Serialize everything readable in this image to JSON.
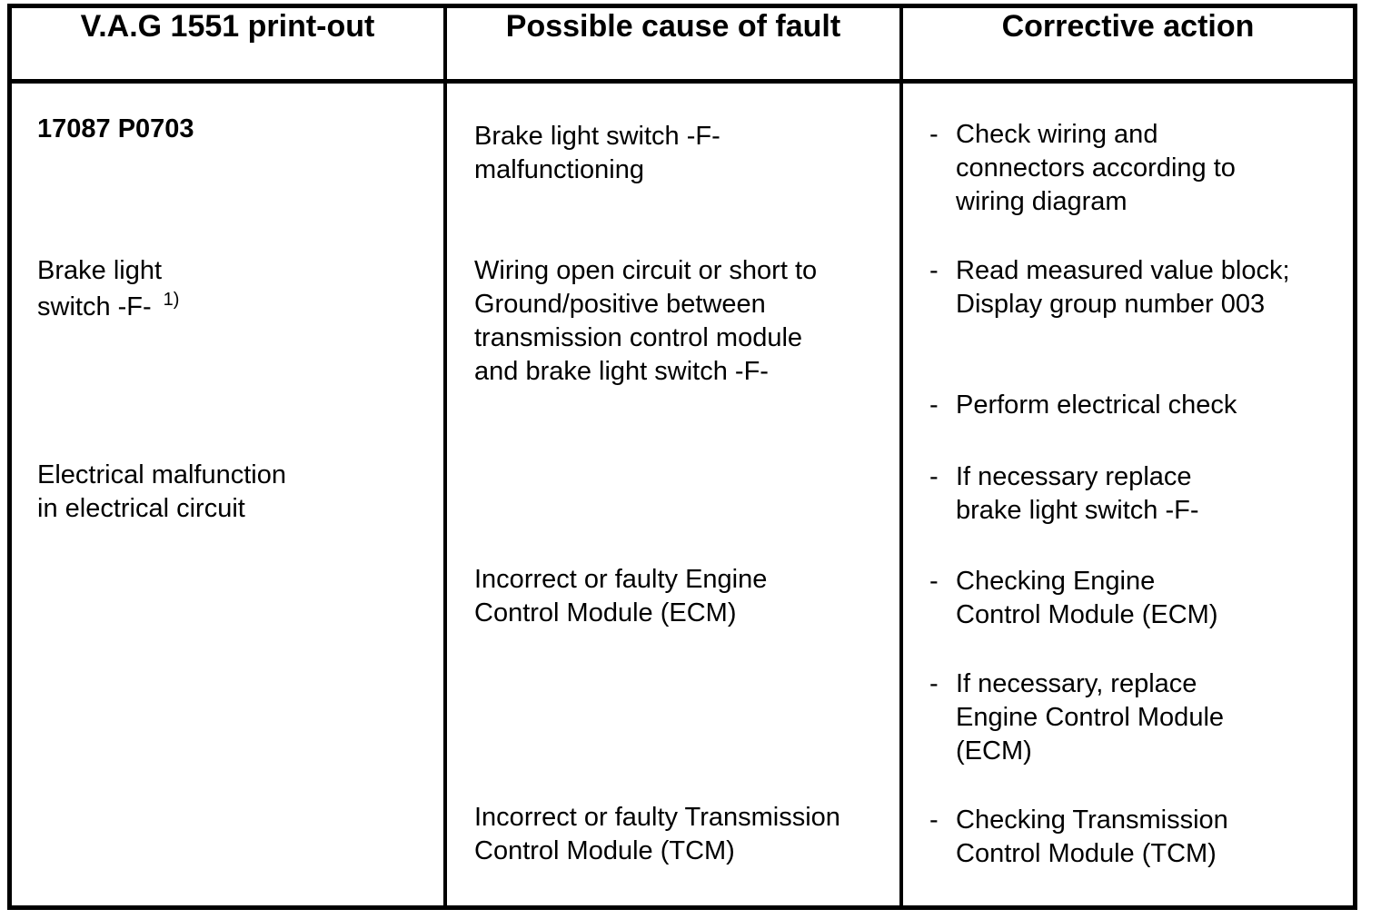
{
  "colors": {
    "background": "#ffffff",
    "text": "#000000",
    "border": "#000000"
  },
  "table": {
    "columns": {
      "printout": {
        "header": "V.A.G 1551 print-out",
        "dtc_code": "17087 P0703",
        "fault_name_line1": "Brake light",
        "fault_name_line2": "switch -F-",
        "fault_footnote": "1)",
        "fault_description": "Electrical malfunction\nin electrical circuit"
      },
      "cause": {
        "header": "Possible cause of fault",
        "causes": [
          "Brake light switch -F-\nmalfunctioning",
          "Wiring open circuit or short to\nGround/positive between\ntransmission control module\nand brake light switch -F-",
          "Incorrect or faulty Engine\nControl Module (ECM)",
          "Incorrect or faulty Transmission\nControl Module (TCM)"
        ]
      },
      "action": {
        "header": "Corrective action",
        "bullet": "-",
        "actions": [
          "Check wiring and\nconnectors according to\nwiring diagram",
          "Read measured value block;\nDisplay group number 003",
          "Perform electrical check",
          "If necessary replace\nbrake light switch -F-",
          "Checking Engine\nControl Module (ECM)",
          "If necessary, replace\nEngine Control Module\n(ECM)",
          "Checking Transmission\nControl Module (TCM)"
        ]
      }
    }
  }
}
